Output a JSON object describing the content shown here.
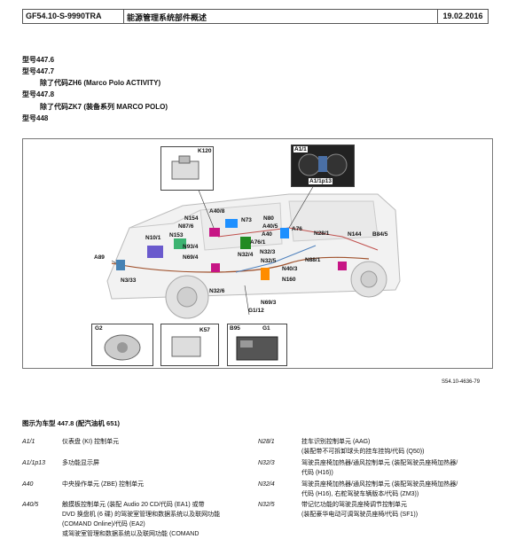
{
  "header": {
    "doc_id": "GF54.10-S-9990TRA",
    "title": "能源管理系统部件概述",
    "date": "19.02.2016"
  },
  "models": [
    {
      "text": "型号447.6",
      "indent": false
    },
    {
      "text": "型号447.7",
      "indent": false
    },
    {
      "text": "除了代码ZH6 (Marco Polo ACTIVITY)",
      "indent": true
    },
    {
      "text": "型号447.8",
      "indent": false
    },
    {
      "text": "除了代码ZK7 (装备系列 MARCO POLO)",
      "indent": true
    },
    {
      "text": "型号448",
      "indent": false
    }
  ],
  "figure": {
    "callouts": {
      "k120": "K120",
      "a11": "A1/1",
      "a11p13": "A1/1p13",
      "a408": "A40/8",
      "n154": "N154",
      "n876": "N87/6",
      "n153": "N153",
      "n101": "N10/1",
      "n934": "N93/4",
      "n694": "N69/4",
      "a89": "A89",
      "n333": "N3/33",
      "n73": "N73",
      "n80": "N80",
      "a405": "A40/5",
      "a40": "A40",
      "a761": "A76/1",
      "n324": "N32/4",
      "n323": "N32/3",
      "n325": "N32/5",
      "a76": "A76",
      "n281": "N28/1",
      "n144": "N144",
      "b845": "B84/5",
      "n881": "N88/1",
      "n403": "N40/3",
      "n160": "N160",
      "n326": "N32/6",
      "n693": "N69/3",
      "g1112": "G1/12",
      "g2": "G2",
      "k57": "K57",
      "b95": "B95",
      "g1": "G1"
    },
    "ref": "S54.10-4636-79"
  },
  "section_title": "图示为车型 447.8 (配汽油机 651)",
  "legend_left": [
    {
      "code": "A1/1",
      "desc": [
        "仪表盘 (KI) 控制单元"
      ]
    },
    {
      "code": "A1/1p13",
      "desc": [
        "多功能显示屏"
      ]
    },
    {
      "code": "A40",
      "desc": [
        "中央操作单元 (ZBE) 控制单元"
      ]
    },
    {
      "code": "A40/5",
      "desc": [
        "触摸板控制单元 (装配 Audio 20 CD/代码 (EA1) 或带",
        "DVD 换盘机 (6 碟) 的驾驶室管理和数据系统以及联网功能",
        "(COMAND Online)/代码 (EA2)",
        "或驾驶室管理和数据系统以及联网功能 (COMAND"
      ]
    }
  ],
  "legend_right": [
    {
      "code": "N28/1",
      "desc": [
        "挂车识别控制单元 (AAG)",
        "(装配带不可拆卸球头的挂车挂钩/代码 (Q50))"
      ]
    },
    {
      "code": "N32/3",
      "desc": [
        "驾驶员座椅加热器/通风控制单元 (装配驾驶员座椅加热器/",
        "代码 (H16))"
      ]
    },
    {
      "code": "N32/4",
      "desc": [
        "驾驶员座椅加热器/通风控制单元 (装配驾驶员座椅加热器/",
        "代码 (H16), 右舵驾驶车辆版本/代码 (ZM3))"
      ]
    },
    {
      "code": "N32/5",
      "desc": [
        "带记忆功能的驾驶员座椅调节控制单元",
        "(装配豪华电动可调驾驶员座椅/代码 (SF1))"
      ]
    }
  ]
}
